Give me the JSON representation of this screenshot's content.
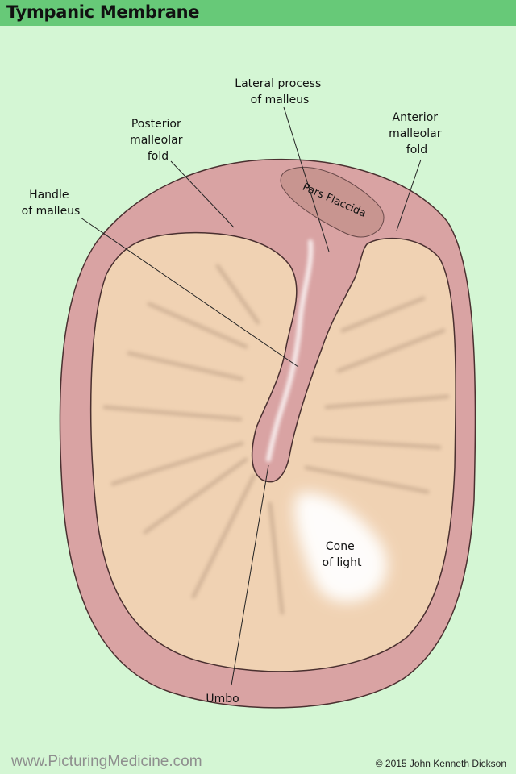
{
  "title": "Tympanic Membrane",
  "labels": {
    "lateral_process": [
      "Lateral process",
      "of malleus"
    ],
    "posterior_fold": [
      "Posterior",
      "malleolar",
      "fold"
    ],
    "anterior_fold": [
      "Anterior",
      "malleolar",
      "fold"
    ],
    "handle": [
      "Handle",
      "of malleus"
    ],
    "pars_flaccida": "Pars Flaccida",
    "cone_of_light": [
      "Cone",
      "of light"
    ],
    "umbo": "Umbo"
  },
  "footer": {
    "website": "www.PicturingMedicine.com",
    "copyright": "© 2015 John Kenneth Dickson"
  },
  "colors": {
    "background": "#d4f6d4",
    "title_bar": "#67c978",
    "rim": "#d9a3a3",
    "pars_tensa": "#f0d2b3",
    "outline": "#4a3030"
  }
}
